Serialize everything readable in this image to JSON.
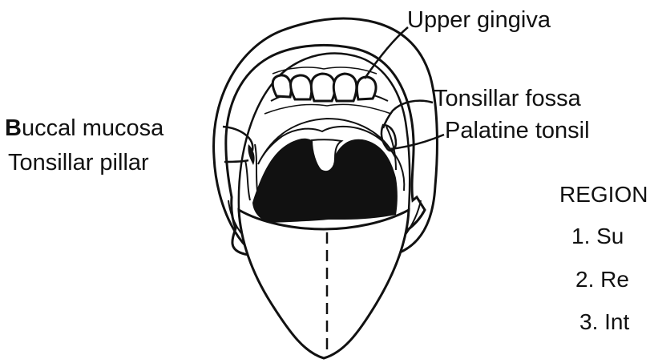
{
  "figure": {
    "labels": {
      "upper_gingiva": "Upper gingiva",
      "tonsillar_fossa": "Tonsillar fossa",
      "buccal_mucosa_first": "B",
      "buccal_mucosa_rest": "uccal mucosa",
      "palatine_tonsil": "Palatine tonsil",
      "tonsillar_pillar": "Tonsillar pillar"
    },
    "regions": {
      "heading": "REGION",
      "items": [
        "1. Su",
        "2. Re",
        "3. Int"
      ]
    },
    "colors": {
      "ink": "#111111",
      "background": "#ffffff"
    }
  }
}
